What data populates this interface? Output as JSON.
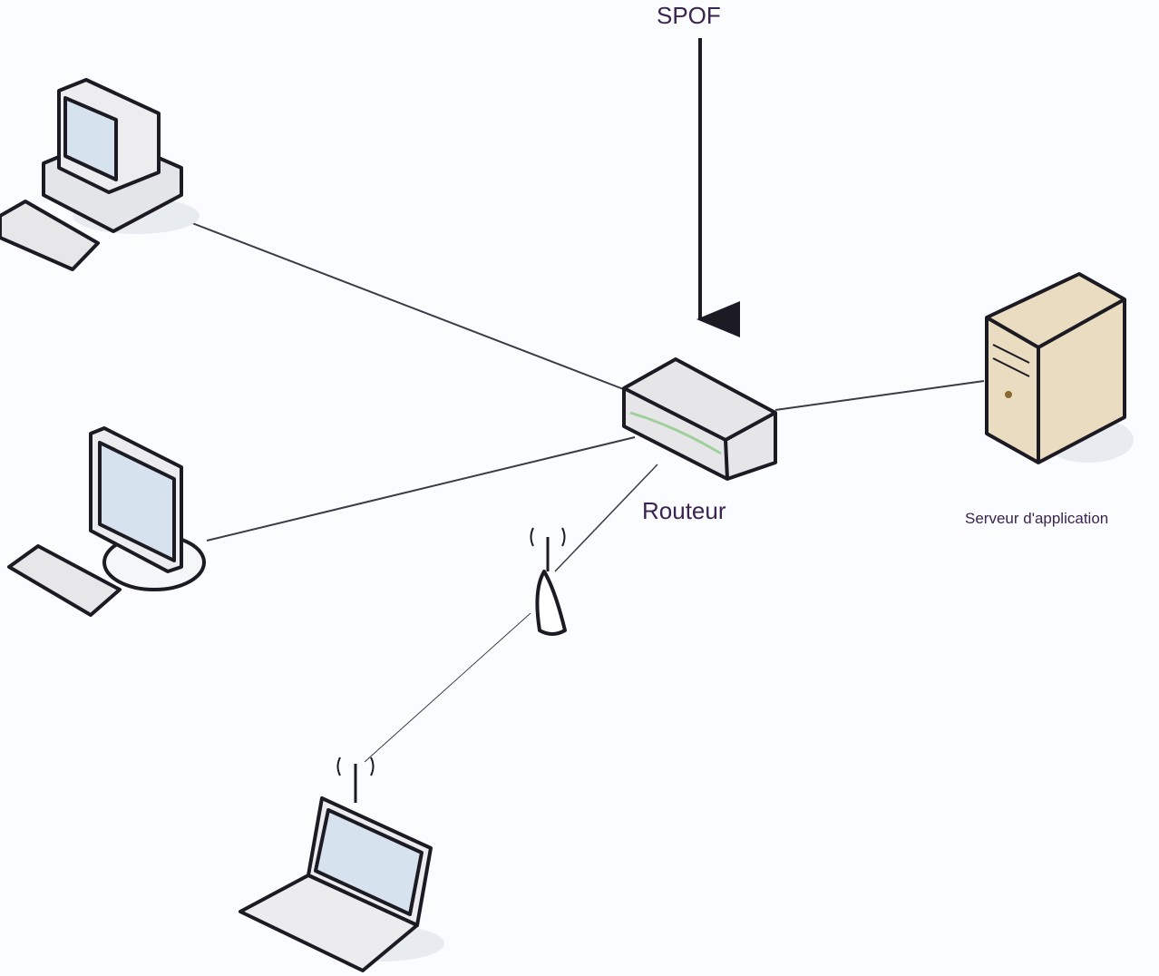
{
  "labels": {
    "spof": "SPOF",
    "router": "Routeur",
    "server": "Serveur d'application"
  },
  "colors": {
    "line": "#3b3b45",
    "outline": "#1c1a22",
    "device": "#e9eaee",
    "screen": "#d8e4f0",
    "server": "#eadcc0",
    "text": "#3a2450"
  },
  "nodes": [
    {
      "id": "desktop-pc",
      "icon": "desktop-computer-icon"
    },
    {
      "id": "workstation",
      "icon": "monitor-icon"
    },
    {
      "id": "router",
      "icon": "router-icon"
    },
    {
      "id": "server",
      "icon": "server-tower-icon"
    },
    {
      "id": "access-point",
      "icon": "wireless-antenna-icon"
    },
    {
      "id": "laptop",
      "icon": "laptop-icon"
    }
  ]
}
